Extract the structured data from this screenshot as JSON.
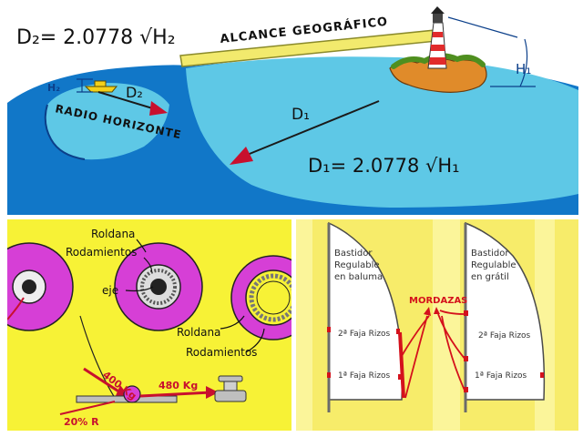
{
  "horizon_panel": {
    "formula_d2": "D₂= 2.0778 √H₂",
    "alcance_label": "ALCANCE GEOGRÁFICO",
    "h1_label": "H₁",
    "h2_label": "H₂",
    "d2_label": "D₂",
    "d1_label": "D₁",
    "radio_label": "RADIO HORIZONTE",
    "formula_d1": "D₁= 2.0778 √H₁",
    "colors": {
      "sea": "#1177c8",
      "sea_light": "#5ec8e6",
      "land": "#7bbf3a",
      "sky": "#ffffff"
    }
  },
  "pulley_panel": {
    "roldana_top": "Roldana",
    "rodamientos_top": "Rodamientos",
    "eje": "eje",
    "roldana_bottom": "Roldana",
    "rodamientos_bottom": "Rodamientos",
    "load_400": "400 Kg",
    "load_480": "480 Kg",
    "friction": "20% R",
    "colors": {
      "background": "#f7f236",
      "wheel": "#d63fd6",
      "arrow": "#c8102e"
    }
  },
  "sail_panel": {
    "left_title": "Bastidor Regulable en baluma",
    "right_title": "Bastidor Regulable en grátil",
    "center_label": "MORDAZAS",
    "faja2_left": "2ª Faja Rizos",
    "faja1_left": "1ª Faja Rizos",
    "faja2_right": "2ª Faja Rizos",
    "faja1_right": "1ª Faja Rizos",
    "colors": {
      "background": "#f7ec6a",
      "stripe": "#fbf59a",
      "arrow": "#d4111c"
    }
  }
}
